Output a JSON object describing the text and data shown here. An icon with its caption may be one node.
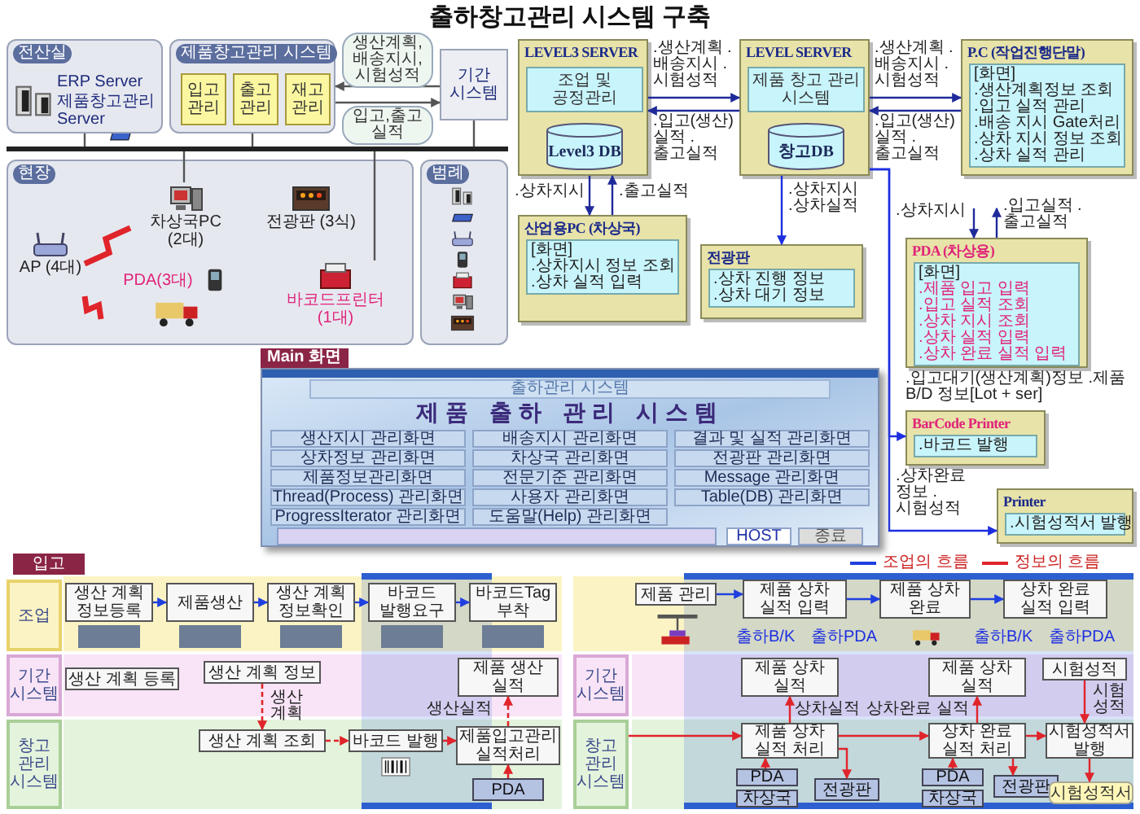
{
  "diagram": {
    "title": "출하창고관리 시스템 구축",
    "nodes": [
      {
        "text": [
          "전산실",
          "ERP Server",
          "제품창고관리 Server"
        ]
      },
      {
        "text": [
          "제품창고관리 시스템"
        ]
      },
      {
        "text": [
          "입고 관리"
        ],
        "in": 1
      },
      {
        "text": [
          "출고 관리"
        ],
        "in": 1
      },
      {
        "text": [
          "재고 관리"
        ],
        "in": 1
      },
      {
        "text": [
          "기간 시스템"
        ]
      },
      {
        "text": [],
        "shape": "bar"
      },
      {
        "text": [
          "현장"
        ]
      },
      {
        "text": [
          "차상국PC (2대)"
        ],
        "in": 7
      },
      {
        "text": [
          "전광판 (3식)"
        ],
        "in": 7
      },
      {
        "text": [
          "AP (4대)"
        ],
        "in": 7
      },
      {
        "text": [
          "PDA(3대)"
        ],
        "in": 7
      },
      {
        "text": [
          "바코드프린터 (1대)"
        ],
        "in": 7
      },
      {
        "text": [
          "범례"
        ]
      },
      {
        "text": [
          "LEVEL3 SERVER"
        ]
      },
      {
        "text": [
          "조업 및 공정관리"
        ],
        "in": 14
      },
      {
        "text": [
          "Level3 DB"
        ],
        "in": 14
      },
      {
        "text": [
          "LEVEL SERVER"
        ]
      },
      {
        "text": [
          "제품 창고 관리 시스템"
        ],
        "in": 17
      },
      {
        "text": [
          "창고DB"
        ],
        "in": 17
      },
      {
        "text": [
          "P.C (작업진행단말)",
          "[화면]",
          ".생산계획정보 조회",
          ".입고 실적 관리",
          ".배송 지시 Gate처리",
          ".상차 지시 정보 조회",
          ".상차 실적 관리"
        ]
      },
      {
        "text": [
          "산업용PC (차상국)",
          "[화면]",
          ".상차지시 정보 조회",
          ".상차 실적 입력"
        ]
      },
      {
        "text": [
          "전광판",
          ".상차 진행 정보",
          ".상차 대기 정보"
        ]
      },
      {
        "text": [
          "PDA (차상용)",
          "[화면]",
          ".제품 입고 입력",
          ".입고 실적 조회",
          ".상차 지시 조회",
          ".상차 실적 입력",
          ".상차 완료 실적 입력"
        ]
      },
      {
        "text": [
          "BarCode Printer",
          ".바코드 발행"
        ]
      },
      {
        "text": [
          "Printer",
          ".시험성적서 발행"
        ]
      },
      {
        "text": [
          "Main 화면",
          "출하관리 시스템",
          "제품 출하 관리 시스템"
        ]
      },
      {
        "text": [
          "생산지시 관리화면"
        ],
        "in": 26
      },
      {
        "text": [
          "배송지시 관리화면"
        ],
        "in": 26
      },
      {
        "text": [
          "결과 및 실적 관리화면"
        ],
        "in": 26
      },
      {
        "text": [
          "상차정보 관리화면"
        ],
        "in": 26
      },
      {
        "text": [
          "차상국 관리화면"
        ],
        "in": 26
      },
      {
        "text": [
          "전광판 관리화면"
        ],
        "in": 26
      },
      {
        "text": [
          "제품정보관리화면"
        ],
        "in": 26
      },
      {
        "text": [
          "전문기준 관리화면"
        ],
        "in": 26
      },
      {
        "text": [
          "Message 관리화면"
        ],
        "in": 26
      },
      {
        "text": [
          "Thread(Process) 관리화면"
        ],
        "in": 26
      },
      {
        "text": [
          "사용자 관리화면"
        ],
        "in": 26
      },
      {
        "text": [
          "Table(DB) 관리화면"
        ],
        "in": 26
      },
      {
        "text": [
          "ProgressIterator 관리화면"
        ],
        "in": 26
      },
      {
        "text": [
          "도움말(Help) 관리화면"
        ],
        "in": 26
      },
      {
        "text": [
          "HOST"
        ],
        "in": 26
      },
      {
        "text": [
          "종료"
        ],
        "in": 26
      },
      {
        "text": [
          "입고"
        ]
      },
      {
        "text": [
          "조업"
        ]
      },
      {
        "text": [
          "기간 시스템"
        ]
      },
      {
        "text": [
          "창고 관리 시스템"
        ]
      },
      {
        "text": [
          "생산 계획 정보등록"
        ]
      },
      {
        "text": [
          "제품생산"
        ]
      },
      {
        "text": [
          "생산 계획 정보확인"
        ]
      },
      {
        "text": [
          "바코드 발행요구"
        ]
      },
      {
        "text": [
          "바코드Tag 부착"
        ]
      },
      {
        "text": [
          "생산 계획 등록"
        ]
      },
      {
        "text": [
          "생산 계획 정보"
        ]
      },
      {
        "text": [
          "제품 생산 실적"
        ]
      },
      {
        "text": [
          "생산 계획 조회"
        ]
      },
      {
        "text": [
          "바코드 발행"
        ]
      },
      {
        "text": [
          "제품입고관리 실적처리"
        ]
      },
      {
        "text": [
          "PDA"
        ]
      },
      {
        "text": [
          "기간 시스템"
        ]
      },
      {
        "text": [
          "창고 관리 시스템"
        ]
      },
      {
        "text": [
          "제품 관리"
        ]
      },
      {
        "text": [
          "제품 상차 실적 입력"
        ]
      },
      {
        "text": [
          "제품 상차 완료"
        ]
      },
      {
        "text": [
          "상차 완료 실적 입력"
        ]
      },
      {
        "text": [
          "제품 상차 실적"
        ]
      },
      {
        "text": [
          "제품 상차 실적"
        ]
      },
      {
        "text": [
          "시험성적"
        ]
      },
      {
        "text": [
          "제품 상차 실적 처리"
        ]
      },
      {
        "text": [
          "PDA"
        ]
      },
      {
        "text": [
          "차상국"
        ]
      },
      {
        "text": [
          "전광판"
        ]
      },
      {
        "text": [
          "상차 완료 실적 처리"
        ]
      },
      {
        "text": [
          "PDA"
        ]
      },
      {
        "text": [
          "차상국"
        ]
      },
      {
        "text": [
          "전광판"
        ]
      },
      {
        "text": [
          "시험성적서 발행"
        ]
      },
      {
        "text": [
          "시험성적서"
        ]
      }
    ],
    "edges": [
      {
        "from": 5,
        "to": 1,
        "arrow": "to",
        "label": "생산계획, 배송지시, 시험성적",
        "color": "#555555"
      },
      {
        "from": 1,
        "to": 5,
        "arrow": "to",
        "label": "입고,출고 실적",
        "color": "#555555"
      },
      {
        "from": 6,
        "to": 0,
        "arrow": "none",
        "color": "#555555"
      },
      {
        "from": 6,
        "to": 1,
        "arrow": "none",
        "color": "#555555"
      },
      {
        "from": 6,
        "to": 5,
        "arrow": "none",
        "color": "#555555"
      },
      {
        "from": 6,
        "to": 8,
        "arrow": "none",
        "color": "#555555"
      },
      {
        "from": 6,
        "to": 12,
        "arrow": "none",
        "color": "#555555"
      },
      {
        "from": 10,
        "to": 8,
        "arrow": "none",
        "style": "thick",
        "color": "#e0242b"
      },
      {
        "from": 10,
        "to": 11,
        "arrow": "none",
        "style": "thick",
        "color": "#e0242b"
      },
      {
        "from": 14,
        "to": 17,
        "arrow": "to",
        "label": ".생산계획 .배송지시 .시험성적",
        "color": "#1f2a9a"
      },
      {
        "from": 17,
        "to": 14,
        "arrow": "to",
        "label": ".입고(생산)실적 .출고실적",
        "color": "#1f2a9a"
      },
      {
        "from": 17,
        "to": 20,
        "arrow": "to",
        "label": ".생산계획 .배송지시 .시험성적",
        "color": "#1f2a9a"
      },
      {
        "from": 20,
        "to": 17,
        "arrow": "to",
        "label": ".입고(생산)실적 .출고실적",
        "color": "#1f2a9a"
      },
      {
        "from": 14,
        "to": 21,
        "arrow": "to",
        "label": ".상차지시",
        "color": "#1f2a9a"
      },
      {
        "from": 21,
        "to": 14,
        "arrow": "to",
        "label": ".출고실적",
        "color": "#1f2a9a"
      },
      {
        "from": null,
        "to": 23,
        "arrow": "to",
        "label": ".상차지시",
        "color": "#1f2a9a"
      },
      {
        "from": 23,
        "to": null,
        "arrow": "to",
        "label": ".입고실적 .출고실적",
        "color": "#1f2a9a"
      },
      {
        "from": 17,
        "to": 22,
        "arrow": "to",
        "label": ".상차지시 .상차실적",
        "color": "#1d2ee0"
      },
      {
        "from": 17,
        "to": 24,
        "arrow": "to",
        "label": ".입고대기(생산계획)정보 .제품 B/D 정보[Lot + ser]",
        "color": "#1d2ee0"
      },
      {
        "from": 17,
        "to": 25,
        "arrow": "to",
        "label": ".상차완료 정보 .시험성적",
        "color": "#1d2ee0"
      },
      {
        "from": 47,
        "to": 48,
        "arrow": "to",
        "color": "#1f3fe0"
      },
      {
        "from": 48,
        "to": 49,
        "arrow": "to",
        "color": "#1f3fe0"
      },
      {
        "from": 49,
        "to": 50,
        "arrow": "to",
        "color": "#1f3fe0"
      },
      {
        "from": 50,
        "to": 51,
        "arrow": "to",
        "color": "#1f3fe0"
      },
      {
        "from": 53,
        "to": 55,
        "arrow": "to",
        "label": "생산 계획",
        "style": "dashed",
        "color": "#e0242b"
      },
      {
        "from": 55,
        "to": 56,
        "arrow": "to",
        "style": "dashed",
        "color": "#e0242b"
      },
      {
        "from": 56,
        "to": 57,
        "arrow": "to",
        "style": "dashed",
        "color": "#e0242b"
      },
      {
        "from": 58,
        "to": 57,
        "arrow": "to",
        "style": "dashed",
        "color": "#e0242b"
      },
      {
        "from": 57,
        "to": 54,
        "arrow": "to",
        "label": "생산실적",
        "style": "dashed",
        "color": "#e0242b"
      },
      {
        "from": 61,
        "to": 62,
        "arrow": "to",
        "color": "#1f3fe0"
      },
      {
        "from": 62,
        "to": 63,
        "arrow": "to",
        "color": "#1f3fe0"
      },
      {
        "from": 63,
        "to": 64,
        "arrow": "to",
        "color": "#1f3fe0"
      },
      {
        "from": 60,
        "to": 68,
        "arrow": "to",
        "color": "#e0242b"
      },
      {
        "from": 68,
        "to": 65,
        "arrow": "to",
        "label": "상차실적",
        "color": "#e0242b"
      },
      {
        "from": 69,
        "to": 68,
        "arrow": "to",
        "color": "#e0242b"
      },
      {
        "from": 68,
        "to": 71,
        "arrow": "to",
        "color": "#e0242b"
      },
      {
        "from": 68,
        "to": 72,
        "arrow": "to",
        "color": "#e0242b"
      },
      {
        "from": 72,
        "to": 66,
        "arrow": "to",
        "label": "상차완료 실적",
        "color": "#e0242b"
      },
      {
        "from": 73,
        "to": 72,
        "arrow": "to",
        "color": "#e0242b"
      },
      {
        "from": 72,
        "to": 75,
        "arrow": "to",
        "color": "#e0242b"
      },
      {
        "from": 72,
        "to": 76,
        "arrow": "to",
        "color": "#e0242b"
      },
      {
        "from": 67,
        "to": 76,
        "arrow": "to",
        "label": "시험 성적",
        "color": "#e0242b"
      },
      {
        "from": 76,
        "to": 77,
        "arrow": "to",
        "color": "#e0242b"
      }
    ],
    "labels": [
      "출하B/K",
      "출하PDA",
      "출하B/K",
      "출하PDA"
    ],
    "legend": [
      {
        "text": "조업의 흐름"
      },
      {
        "text": "정보의 흐름"
      }
    ]
  }
}
